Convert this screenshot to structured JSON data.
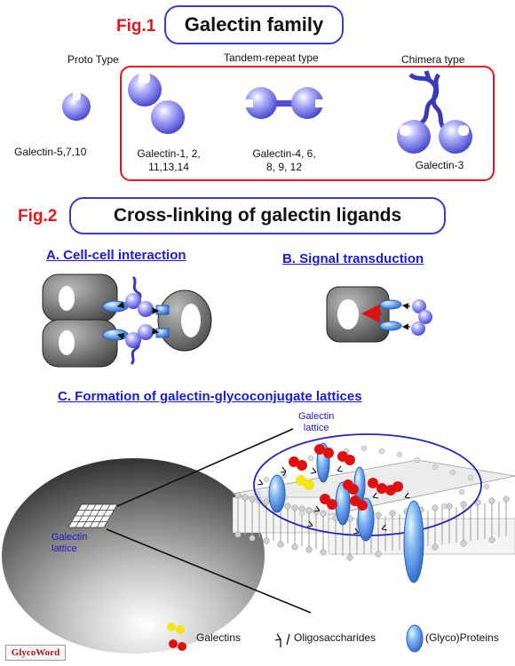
{
  "fig1": {
    "label": "Fig.1",
    "title": "Galectin family",
    "types": {
      "proto": "Proto Type",
      "tandem": "Tandem-repeat type",
      "chimera": "Chimera type"
    },
    "members": {
      "proto": "Galectin-5,7,10",
      "dimer_line1": "Galectin-1, 2,",
      "dimer_line2": "11,13,14",
      "tandem_line1": "Galectin-4, 6,",
      "tandem_line2": "8, 9, 12",
      "chimera": "Galectin-3"
    }
  },
  "fig2": {
    "label": "Fig.2",
    "title": "Cross-linking of galectin ligands",
    "panel_a": "A. Cell-cell interaction",
    "panel_b": "B. Signal transduction",
    "panel_c": "C. Formation of galectin-glycoconjugate lattices",
    "lattice_label_1": "Galectin",
    "lattice_label_2": "lattice",
    "cell_label_1": "Galectin",
    "cell_label_2": "lattice"
  },
  "legend": {
    "galectins": "Galectins",
    "oligosaccharides": "Oligosaccharides",
    "proteins": "(Glyco)Proteins"
  },
  "logo": "GlycoWord",
  "colors": {
    "accent_red": "#e8141e",
    "title_blue": "#1a1ad8",
    "galectin_fill": "#7070ee",
    "protein_fill": "#6aa8f0",
    "gal_yellow": "#f4e413",
    "gal_red": "#e01010"
  }
}
